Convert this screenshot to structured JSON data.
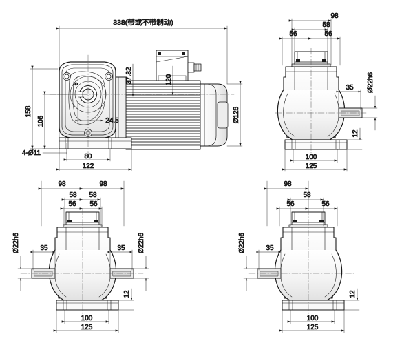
{
  "drawing": {
    "type": "technical-dimension-drawing",
    "subject": "helical gear reducer motor (gear motor) dimensional drawing",
    "units": "mm",
    "view_count": 4,
    "line_color": "#1a1a1a",
    "background_color": "#ffffff",
    "centerline_color": "#4d4d4d",
    "shading_color": "#b3b3b3"
  },
  "views": {
    "main": {
      "name": "side-elevation-with-motor",
      "overall_length_label": "338(带或不带制动)",
      "dimensions": {
        "overall_height": "158",
        "flange_height": "105",
        "hub_offset": "24.5",
        "mounting_holes": "4-Ø11",
        "foot_hole_spacing": "80",
        "foot_width": "122",
        "shaft_center_to_top": "37.32",
        "terminal_box_height": "120",
        "motor_diameter": "Ø126",
        "hub_small": "6"
      }
    },
    "top_right": {
      "name": "front-elevation-shaft-right",
      "dimensions": {
        "outer_width": "98",
        "mid_width": "58",
        "left_half": "56",
        "right_half": "56",
        "shaft_diameter": "Ø22h6",
        "shaft_length": "35",
        "base_thickness": "12",
        "base_hole_spacing": "100",
        "base_width": "125"
      }
    },
    "bottom_left": {
      "name": "front-elevation-dual-shaft",
      "dimensions": {
        "outer_width_left": "98",
        "outer_width_right": "98",
        "mid_width_left": "58",
        "mid_width_right": "58",
        "inner_left": "56",
        "inner_right": "56",
        "shaft_diameter_left": "Ø22h6",
        "shaft_diameter_right": "Ø22h6",
        "shaft_length_left": "35",
        "shaft_length_right": "35",
        "base_thickness": "12",
        "base_hole_spacing": "100",
        "base_width": "125"
      }
    },
    "bottom_right": {
      "name": "front-elevation-shaft-left",
      "dimensions": {
        "outer_width": "98",
        "mid_width": "58",
        "left_half": "56",
        "right_half": "56",
        "shaft_diameter": "Ø22h6",
        "shaft_length": "35",
        "base_thickness": "12",
        "base_hole_spacing": "100",
        "base_width": "125"
      }
    }
  },
  "labels": {
    "d338": "338(带或不带制动)",
    "d158": "158",
    "d105": "105",
    "d245": "24.5",
    "d4xd11": "4-Ø11",
    "d80": "80",
    "d122": "122",
    "d3732": "37.32",
    "d120": "120",
    "d126": "Ø126",
    "d6": "6",
    "d98": "98",
    "d58": "58",
    "d56": "56",
    "d22h6": "Ø22h6",
    "d35": "35",
    "d12": "12",
    "d100": "100",
    "d125": "125"
  }
}
